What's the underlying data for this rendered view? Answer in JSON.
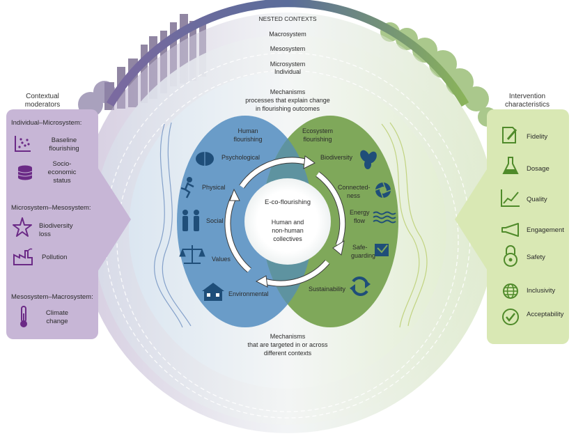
{
  "arc": {
    "label": "NESTED CONTEXTS"
  },
  "contexts": {
    "macro": "Macrosystem",
    "meso": "Mesosystem",
    "micro": "Microsystem",
    "individual": "Individual"
  },
  "mechanisms_top": [
    "Mechanisms",
    "processes that explain change",
    "in flourishing outcomes"
  ],
  "mechanisms_bottom": [
    "Mechanisms",
    "that are targeted in or across",
    "different contexts"
  ],
  "human": {
    "title": [
      "Human",
      "flourishing"
    ],
    "items": {
      "psychological": "Psychological",
      "physical": "Physical",
      "social": "Social",
      "values": "Values",
      "environmental": "Environmental"
    }
  },
  "ecosystem": {
    "title": [
      "Ecosystem",
      "flourishing"
    ],
    "items": {
      "biodiversity": "Biodiversity",
      "connectedness": [
        "Connected-",
        "ness"
      ],
      "energy": [
        "Energy",
        "flow"
      ],
      "safeguarding": [
        "Safe-",
        "guarding"
      ],
      "sustainability": "Sustainability"
    }
  },
  "center": {
    "title": "E-co-flourishing",
    "sub": [
      "Human and",
      "non-human",
      "collectives"
    ]
  },
  "left_panel": {
    "heading": [
      "Contextual",
      "moderators"
    ],
    "sections": {
      "s1": "Individual–Microsystem:",
      "s2": "Microsystem–Mesosystem:",
      "s3": "Mesosystem–Macrosystem:"
    },
    "items": {
      "baseline": [
        "Baseline",
        "flourishing"
      ],
      "socio": [
        "Socio-",
        "economic",
        "status"
      ],
      "biodiversity_loss": [
        "Biodiversity",
        "loss"
      ],
      "pollution": "Pollution",
      "climate": [
        "Climate",
        "change"
      ]
    }
  },
  "right_panel": {
    "heading": [
      "Intervention",
      "characteristics"
    ],
    "items": {
      "fidelity": "Fidelity",
      "dosage": "Dosage",
      "quality": "Quality",
      "engagement": "Engagement",
      "safety": "Safety",
      "inclusivity": "Inclusivity",
      "acceptability": "Acceptability"
    }
  },
  "colors": {
    "human_blue": "#6a9cc8",
    "eco_green": "#7fa85a",
    "overlap": "#5e93a0",
    "left_panel": "#c7b6d6",
    "right_panel": "#d9e8b4",
    "icon_navy": "#1f4e79",
    "icon_purple": "#6b2a86",
    "icon_green": "#4f8a2a"
  }
}
